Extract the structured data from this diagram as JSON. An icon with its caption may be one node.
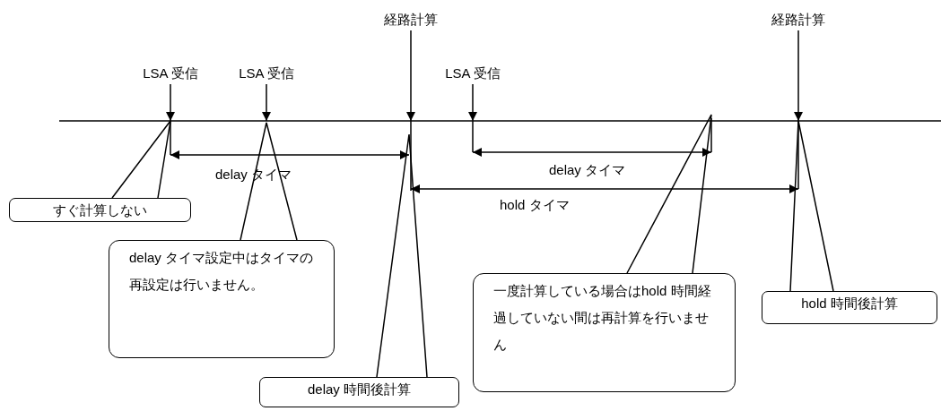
{
  "diagram": {
    "nodes": [
      {
        "text": [
          "LSA 受信"
        ]
      },
      {
        "text": [
          "LSA 受信"
        ]
      },
      {
        "text": [
          "経路計算"
        ]
      },
      {
        "text": [
          "LSA 受信"
        ]
      },
      {
        "text": [
          "経路計算"
        ]
      },
      {
        "text": [
          "すぐ計算しない"
        ]
      },
      {
        "text": [
          "delay タイマ設定中はタイマの再設定は行いません。"
        ]
      },
      {
        "text": [
          "delay 時間後計算"
        ]
      },
      {
        "text": [
          "一度計算している場合はhold 時間経過していない間は再計算を行いません"
        ]
      },
      {
        "text": [
          "hold 時間後計算"
        ]
      }
    ],
    "edges": [
      {
        "from": 0,
        "to": null,
        "arrow": "to"
      },
      {
        "from": 1,
        "to": null,
        "arrow": "to"
      },
      {
        "from": 2,
        "to": null,
        "arrow": "to"
      },
      {
        "from": 3,
        "to": null,
        "arrow": "to"
      },
      {
        "from": 4,
        "to": null,
        "arrow": "to"
      },
      {
        "from": 5,
        "to": null,
        "arrow": "none"
      },
      {
        "from": 6,
        "to": null,
        "arrow": "none"
      },
      {
        "from": 7,
        "to": null,
        "arrow": "none"
      },
      {
        "from": 8,
        "to": null,
        "arrow": "none"
      },
      {
        "from": 9,
        "to": null,
        "arrow": "none"
      }
    ],
    "labels": [
      "delay タイマ",
      "delay タイマ",
      "hold タイマ"
    ]
  }
}
